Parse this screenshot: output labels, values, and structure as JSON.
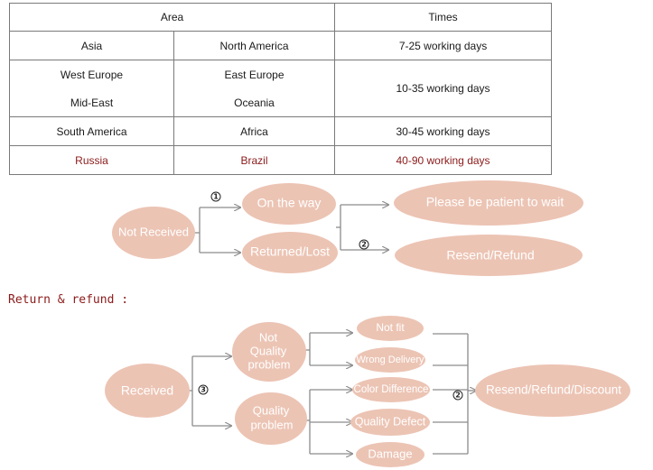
{
  "table": {
    "header": {
      "area": "Area",
      "times": "Times"
    },
    "rows": [
      {
        "a": "Asia",
        "b": "North America",
        "t": "7-25 working days"
      },
      {
        "a": "West Europe",
        "b": "East Europe",
        "t": "10-35 working days"
      },
      {
        "a": "Mid-East",
        "b": "Oceania"
      },
      {
        "a": "South America",
        "b": "Africa",
        "t": "30-45 working days"
      },
      {
        "a": "Russia",
        "b": "Brazil",
        "t": "40-90 working days"
      }
    ]
  },
  "flow1": {
    "not_received": "Not Received",
    "on_the_way": "On the way",
    "returned_lost": "Returned/Lost",
    "be_patient": "Please be patient to wait",
    "resend_refund": "Resend/Refund",
    "mark1": "①",
    "mark2": "②"
  },
  "section_title": "Return & refund :",
  "flow2": {
    "received": "Received",
    "not_quality_1": "Not",
    "not_quality_2": "Quality",
    "not_quality_3": "problem",
    "quality_1": "Quality",
    "quality_2": "problem",
    "not_fit": "Not fit",
    "wrong_delivery": "Wrong Delivery",
    "color_difference": "Color Difference",
    "quality_defect": "Quality Defect",
    "damage": "Damage",
    "resend_refund_discount": "Resend/Refund/Discount",
    "mark3": "③",
    "mark2": "②"
  },
  "colors": {
    "bubble": "#ecc4b4",
    "connector": "#8c8c8c",
    "accent_text": "#8b1a1a"
  }
}
